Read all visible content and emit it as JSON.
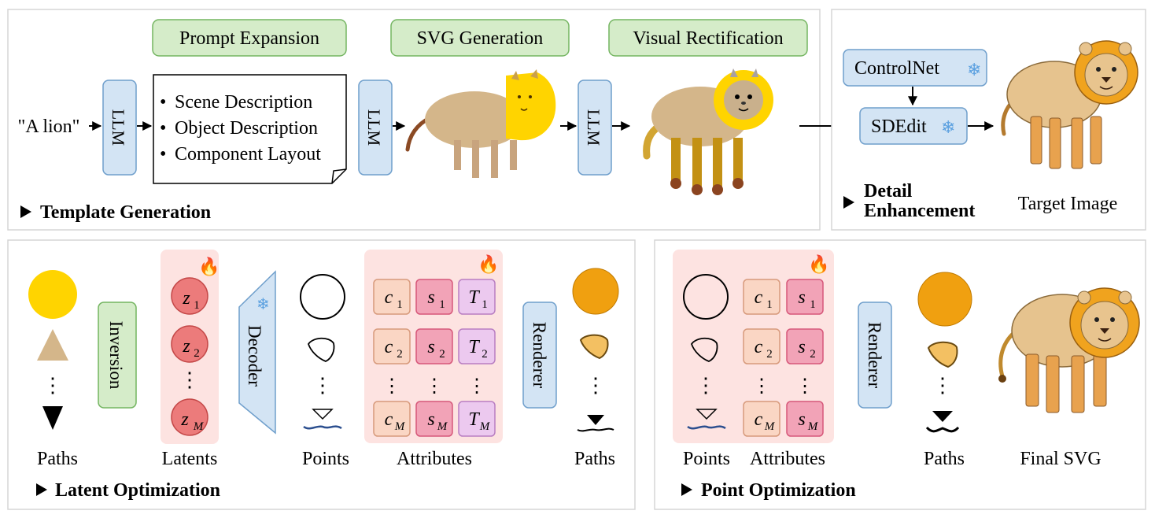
{
  "template": {
    "quote": "\"A lion\"",
    "llm": "LLM",
    "prompt_expansion": "Prompt Expansion",
    "svg_generation": "SVG Generation",
    "visual_rectification": "Visual Rectification",
    "bullets": [
      "Scene Description",
      "Object Description",
      "Component Layout"
    ],
    "section_label": "Template Generation"
  },
  "detail": {
    "controlnet": "ControlNet",
    "sdedit": "SDEdit",
    "section_label_line1": "Detail",
    "section_label_line2": "Enhancement",
    "target_image": "Target Image"
  },
  "latent": {
    "inversion": "Inversion",
    "decoder": "Decoder",
    "renderer": "Renderer",
    "z": "z",
    "sub1": "1",
    "sub2": "2",
    "subM": "M",
    "dots": "⋮",
    "attr_letters": [
      "c",
      "s",
      "T"
    ],
    "labels": {
      "paths_left": "Paths",
      "latents": "Latents",
      "points": "Points",
      "attributes": "Attributes",
      "paths_right": "Paths"
    },
    "section_label": "Latent Optimization"
  },
  "point": {
    "renderer": "Renderer",
    "attr_letters": [
      "c",
      "s"
    ],
    "labels": {
      "points": "Points",
      "attributes": "Attributes",
      "paths": "Paths",
      "final": "Final SVG"
    },
    "section_label": "Point Optimization"
  },
  "colors": {
    "green_fill": "#d5ecc9",
    "green_stroke": "#74b561",
    "blue_fill": "#d3e4f4",
    "blue_stroke": "#6f9fcc",
    "pink_bg": "#fde3e1",
    "latent_fill": "#ec7b7b",
    "latent_stroke": "#c44848",
    "c_fill": "#fad6c4",
    "c_stroke": "#d79a7c",
    "s_fill": "#f2a3b7",
    "s_stroke": "#d6587a",
    "t_fill": "#ecc9ef",
    "t_stroke": "#b97ec2",
    "yellow": "#ffd400",
    "tan": "#d4b68a",
    "orange": "#f0a010"
  }
}
